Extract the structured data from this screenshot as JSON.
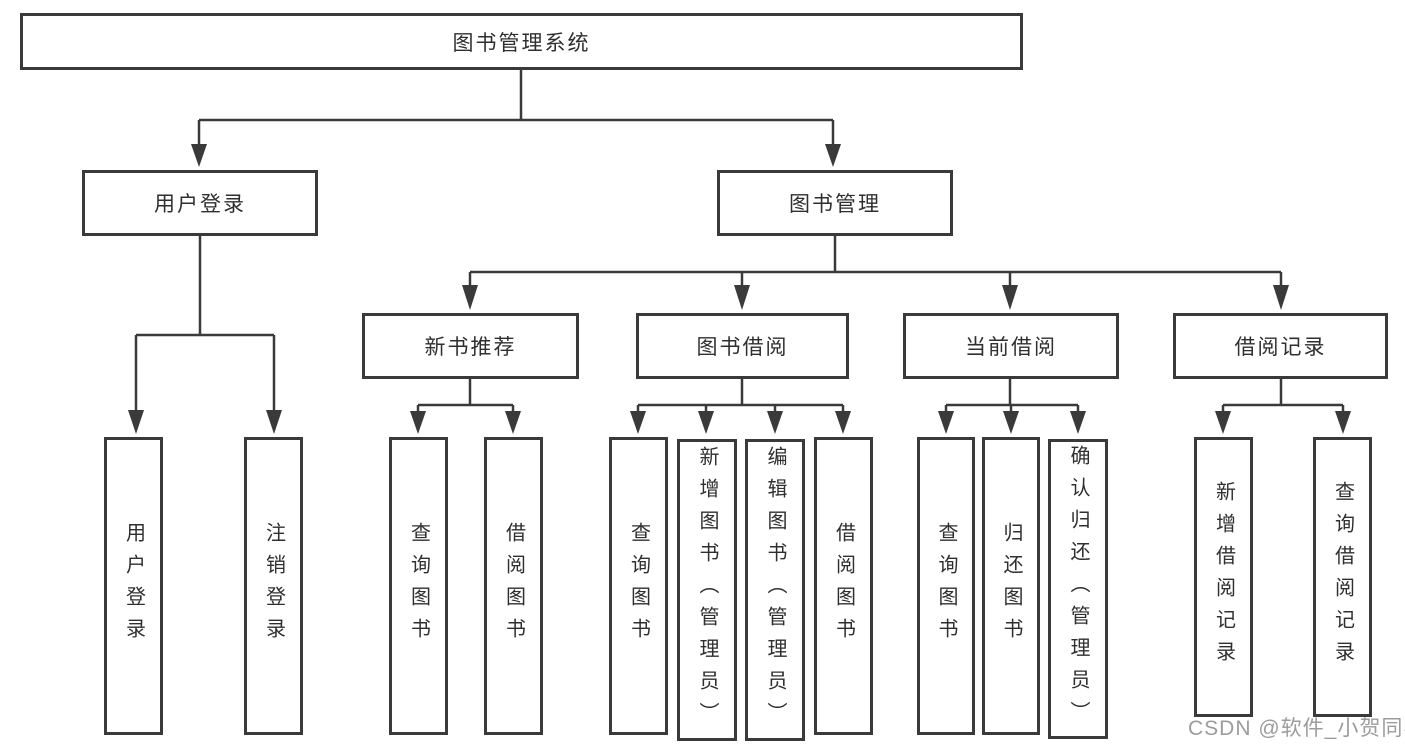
{
  "colors": {
    "line": "#3a3a3a",
    "box_border": "#3a3a3a",
    "text": "#2f2f2f",
    "background": "#ffffff",
    "watermark": "#9c9c9c"
  },
  "watermark": "CSDN @软件_小贺同学",
  "tree": {
    "root": {
      "label": "图书管理系统",
      "children": [
        {
          "label": "用户登录",
          "children": [
            {
              "label": "用户登录"
            },
            {
              "label": "注销登录"
            }
          ]
        },
        {
          "label": "图书管理",
          "children": [
            {
              "label": "新书推荐",
              "children": [
                {
                  "label": "查询图书"
                },
                {
                  "label": "借阅图书"
                }
              ]
            },
            {
              "label": "图书借阅",
              "children": [
                {
                  "label": "查询图书"
                },
                {
                  "label": "新增图书（管理员）"
                },
                {
                  "label": "编辑图书（管理员）"
                },
                {
                  "label": "借阅图书"
                }
              ]
            },
            {
              "label": "当前借阅",
              "children": [
                {
                  "label": "查询图书"
                },
                {
                  "label": "归还图书"
                },
                {
                  "label": "确认归还（管理员）"
                }
              ]
            },
            {
              "label": "借阅记录",
              "children": [
                {
                  "label": "新增借阅记录"
                },
                {
                  "label": "查询借阅记录"
                }
              ]
            }
          ]
        }
      ]
    }
  }
}
